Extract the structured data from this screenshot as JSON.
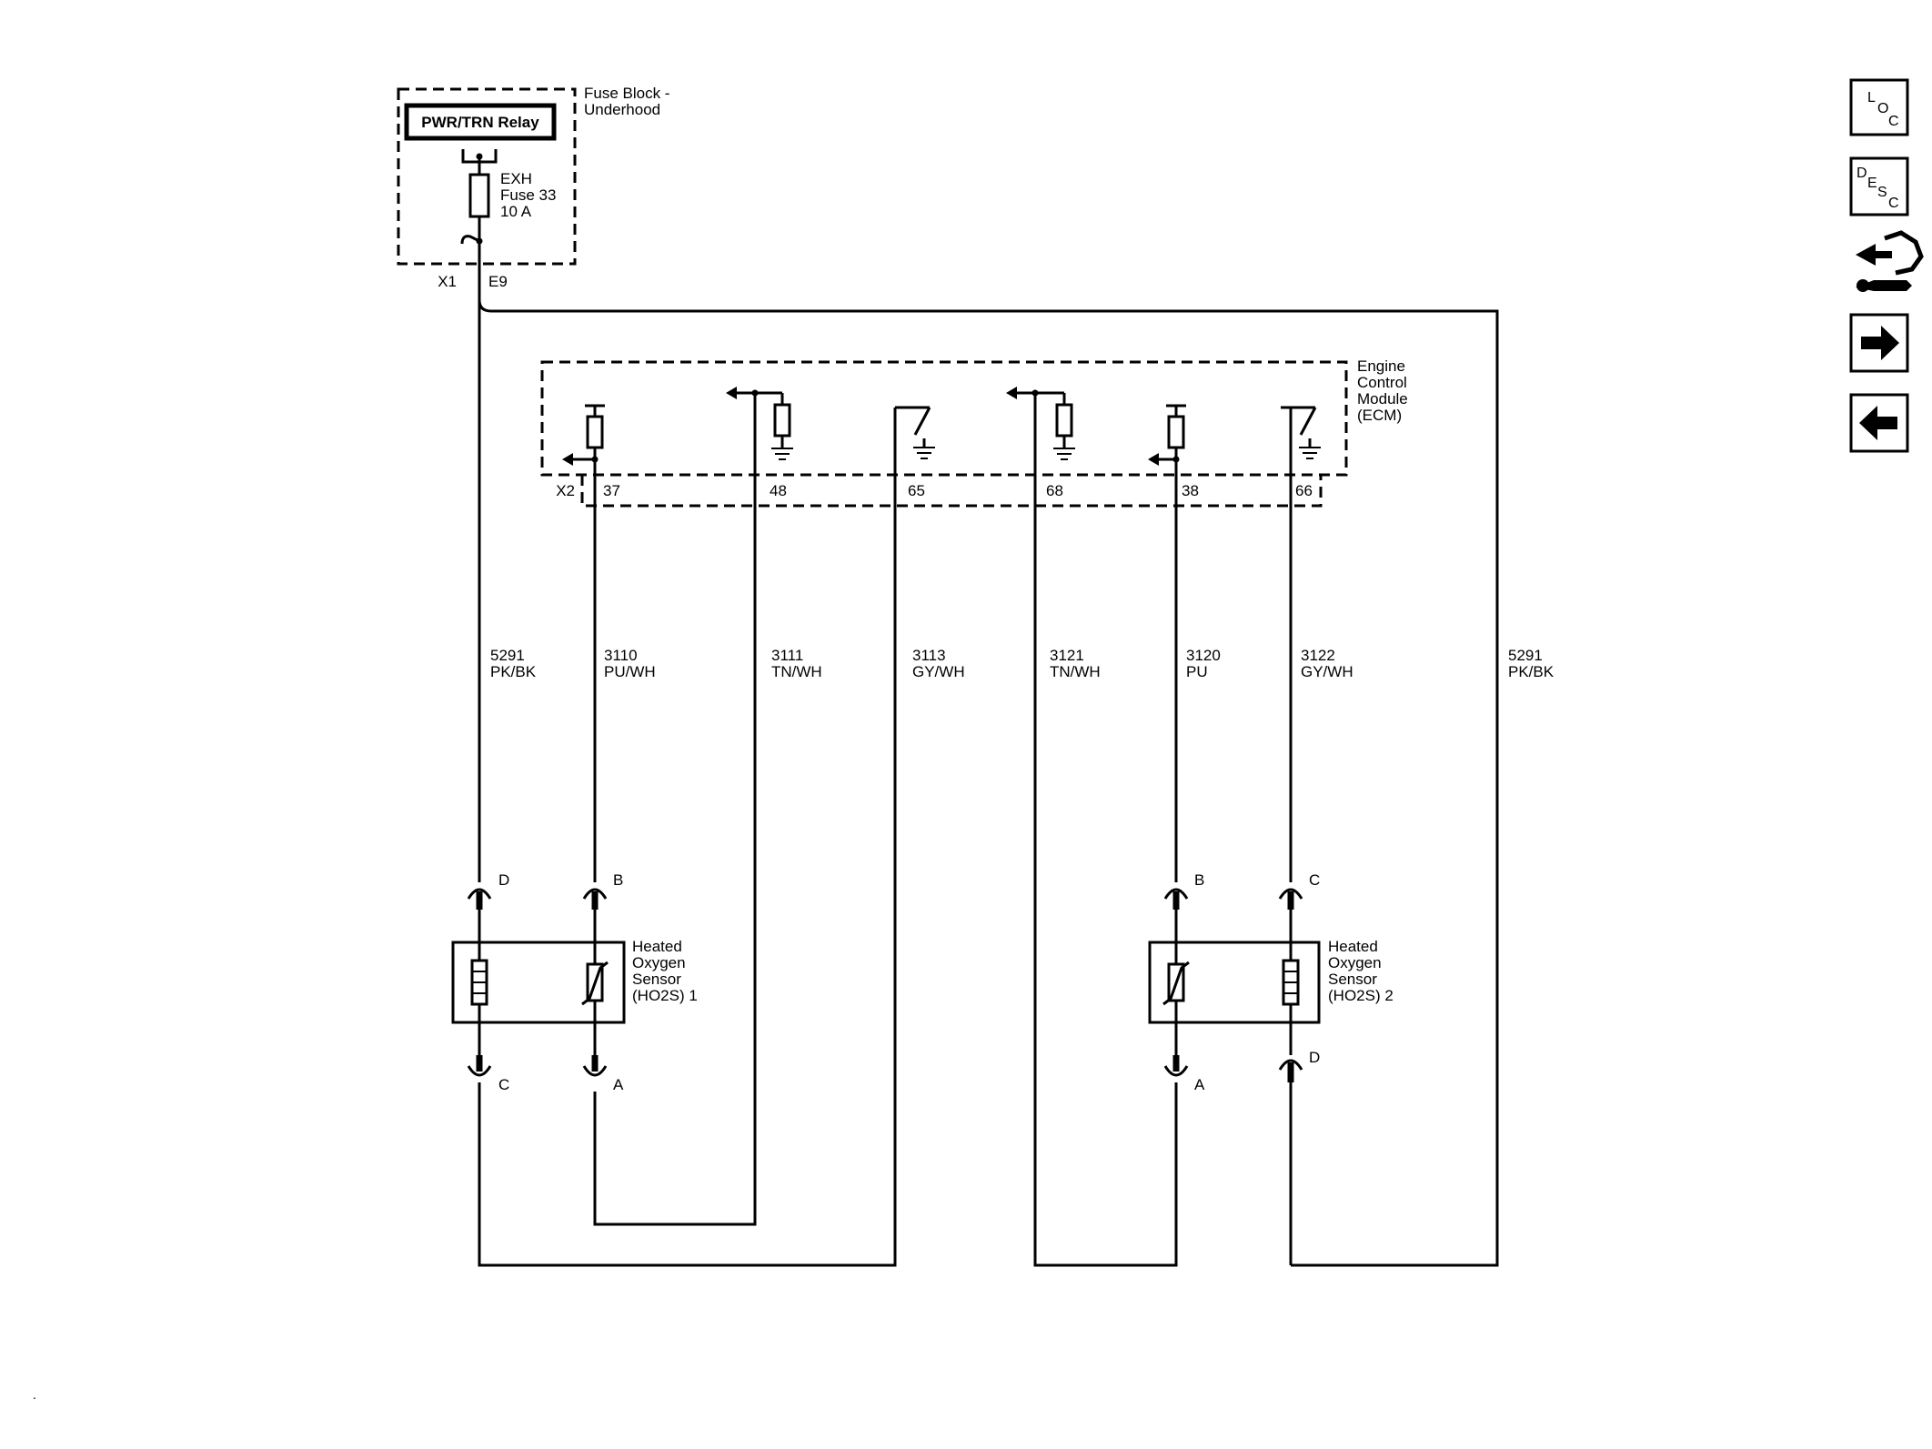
{
  "fuse_block": {
    "label_line1": "Fuse Block -",
    "label_line2": "Underhood",
    "relay": "PWR/TRN Relay",
    "fuse_line1": "EXH",
    "fuse_line2": "Fuse 33",
    "fuse_line3": "10 A",
    "connector": "X1",
    "pin": "E9"
  },
  "ecm": {
    "label_line1": "Engine",
    "label_line2": "Control",
    "label_line3": "Module",
    "label_line4": "(ECM)",
    "connector": "X2",
    "pins": [
      "37",
      "48",
      "65",
      "68",
      "38",
      "66"
    ]
  },
  "wires": [
    {
      "circuit": "5291",
      "color": "PK/BK"
    },
    {
      "circuit": "3110",
      "color": "PU/WH"
    },
    {
      "circuit": "3111",
      "color": "TN/WH"
    },
    {
      "circuit": "3113",
      "color": "GY/WH"
    },
    {
      "circuit": "3121",
      "color": "TN/WH"
    },
    {
      "circuit": "3120",
      "color": "PU"
    },
    {
      "circuit": "3122",
      "color": "GY/WH"
    },
    {
      "circuit": "5291",
      "color": "PK/BK"
    }
  ],
  "sensor1": {
    "label_line1": "Heated",
    "label_line2": "Oxygen",
    "label_line3": "Sensor",
    "label_line4": "(HO2S) 1",
    "pin_top_left": "D",
    "pin_top_right": "B",
    "pin_bottom_left": "C",
    "pin_bottom_right": "A"
  },
  "sensor2": {
    "label_line1": "Heated",
    "label_line2": "Oxygen",
    "label_line3": "Sensor",
    "label_line4": "(HO2S) 2",
    "pin_top_left": "B",
    "pin_top_right": "C",
    "pin_bottom_left": "A",
    "pin_bottom_right": "D"
  },
  "nav": {
    "loc": {
      "l1": "L",
      "l2": "O",
      "l3": "C"
    },
    "desc": {
      "l1": "D",
      "l2": "E",
      "l3": "S",
      "l4": "C"
    },
    "icons": [
      "connector-tool-icon",
      "arrow-right-icon",
      "arrow-left-icon"
    ]
  },
  "footer_mark": "."
}
